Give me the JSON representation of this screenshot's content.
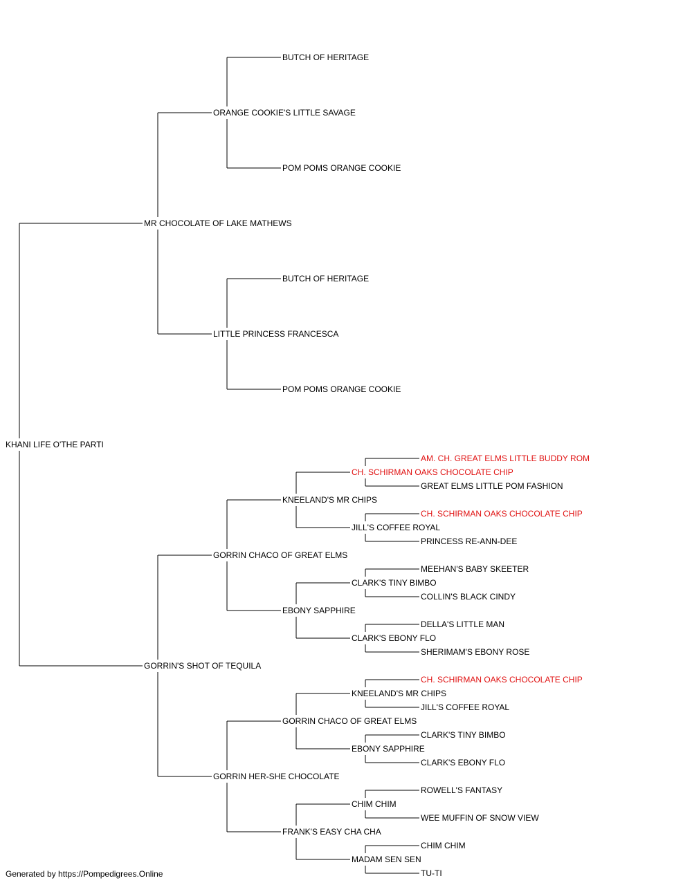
{
  "colors": {
    "text": "#000000",
    "highlight": "#e01010",
    "line": "#000000"
  },
  "pedigree": {
    "name": "KHANI LIFE O'THE PARTI",
    "sire": {
      "name": "MR CHOCOLATE OF LAKE MATHEWS",
      "sire": {
        "name": "ORANGE COOKIE'S LITTLE SAVAGE",
        "sire": {
          "name": "BUTCH OF HERITAGE"
        },
        "dam": {
          "name": "POM POMS ORANGE COOKIE"
        }
      },
      "dam": {
        "name": "LITTLE PRINCESS FRANCESCA",
        "sire": {
          "name": "BUTCH OF HERITAGE"
        },
        "dam": {
          "name": "POM POMS ORANGE COOKIE"
        }
      }
    },
    "dam": {
      "name": "GORRIN'S SHOT OF TEQUILA",
      "sire": {
        "name": "GORRIN CHACO OF GREAT ELMS",
        "sire": {
          "name": "KNEELAND'S MR CHIPS",
          "sire": {
            "name": "CH. SCHIRMAN OAKS CHOCOLATE CHIP",
            "highlight": true,
            "sire": {
              "name": "AM. CH. GREAT ELMS LITTLE BUDDY ROM",
              "highlight": true
            },
            "dam": {
              "name": "GREAT ELMS LITTLE POM FASHION"
            }
          },
          "dam": {
            "name": "JILL'S COFFEE ROYAL",
            "sire": {
              "name": "CH. SCHIRMAN OAKS CHOCOLATE CHIP",
              "highlight": true
            },
            "dam": {
              "name": "PRINCESS RE-ANN-DEE"
            }
          }
        },
        "dam": {
          "name": "EBONY SAPPHIRE",
          "sire": {
            "name": "CLARK'S TINY BIMBO",
            "sire": {
              "name": "MEEHAN'S BABY SKEETER"
            },
            "dam": {
              "name": "COLLIN'S BLACK CINDY"
            }
          },
          "dam": {
            "name": "CLARK'S EBONY FLO",
            "sire": {
              "name": "DELLA'S LITTLE MAN"
            },
            "dam": {
              "name": "SHERIMAM'S EBONY ROSE"
            }
          }
        }
      },
      "dam": {
        "name": "GORRIN HER-SHE CHOCOLATE",
        "sire": {
          "name": "GORRIN CHACO OF GREAT ELMS",
          "sire": {
            "name": "KNEELAND'S MR CHIPS",
            "sire": {
              "name": "CH. SCHIRMAN OAKS CHOCOLATE CHIP",
              "highlight": true
            },
            "dam": {
              "name": "JILL'S COFFEE ROYAL"
            }
          },
          "dam": {
            "name": "EBONY SAPPHIRE",
            "sire": {
              "name": "CLARK'S TINY BIMBO"
            },
            "dam": {
              "name": "CLARK'S EBONY FLO"
            }
          }
        },
        "dam": {
          "name": "FRANK'S EASY CHA CHA",
          "sire": {
            "name": "CHIM CHIM",
            "sire": {
              "name": "ROWELL'S FANTASY"
            },
            "dam": {
              "name": "WEE MUFFIN OF SNOW VIEW"
            }
          },
          "dam": {
            "name": "MADAM SEN SEN",
            "sire": {
              "name": "CHIM CHIM"
            },
            "dam": {
              "name": "TU-TI"
            }
          }
        }
      }
    }
  },
  "footer": "Generated by https://Pompedigrees.Online"
}
